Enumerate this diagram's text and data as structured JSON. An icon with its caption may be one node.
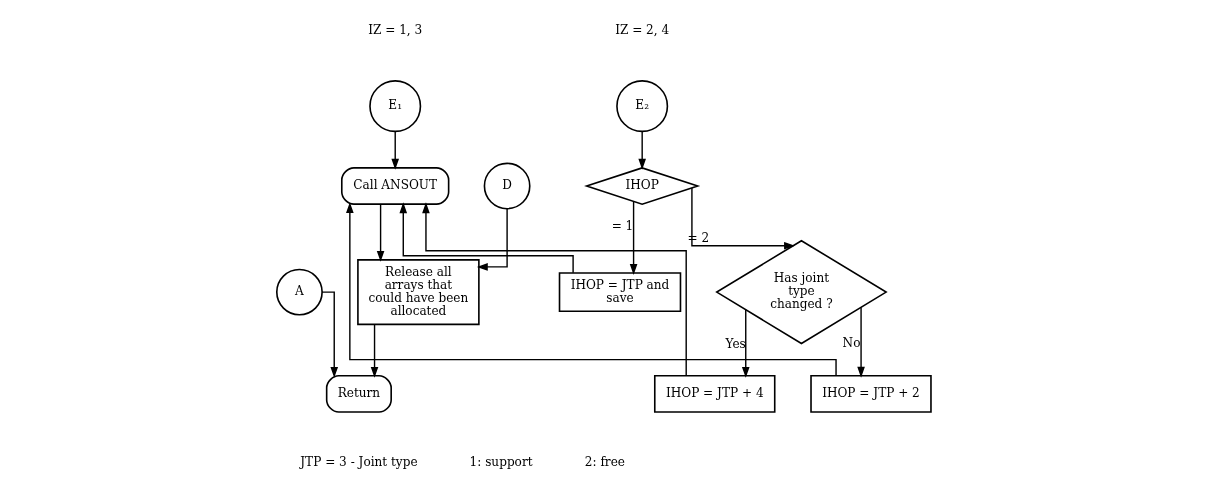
{
  "diagram": {
    "nodes": [
      {
        "text": [
          "E₁"
        ],
        "beside": [
          "IZ = 1, 3"
        ]
      },
      {
        "text": [
          "Call ANSOUT"
        ]
      },
      {
        "text": [
          "D"
        ]
      },
      {
        "text": [
          "Release all arrays that could have been allocated"
        ]
      },
      {
        "text": [
          "A"
        ]
      },
      {
        "text": [
          "Return"
        ]
      },
      {
        "text": [
          "E₂"
        ],
        "beside": [
          "IZ = 2, 4"
        ]
      },
      {
        "text": [
          "IHOP"
        ]
      },
      {
        "text": [
          "IHOP = JTP and save"
        ]
      },
      {
        "text": [
          "Has joint type changed ?"
        ]
      },
      {
        "text": [
          "IHOP = JTP + 2"
        ]
      },
      {
        "text": [
          "IHOP = JTP + 4"
        ]
      }
    ],
    "edges": [
      {
        "from": 0,
        "to": 1,
        "arrow": "to"
      },
      {
        "from": 1,
        "to": 3,
        "arrow": "to"
      },
      {
        "from": 2,
        "to": 3,
        "arrow": "to"
      },
      {
        "from": 3,
        "to": 5,
        "arrow": "to"
      },
      {
        "from": 4,
        "to": 5,
        "arrow": "to"
      },
      {
        "from": 6,
        "to": 7,
        "arrow": "to"
      },
      {
        "from": 7,
        "to": 8,
        "label": "= 1",
        "arrow": "to"
      },
      {
        "from": 7,
        "to": 9,
        "label": "= 2",
        "arrow": "to"
      },
      {
        "from": 9,
        "to": 10,
        "label": "No",
        "arrow": "to"
      },
      {
        "from": 9,
        "to": 11,
        "label": "Yes",
        "arrow": "to"
      },
      {
        "from": 8,
        "to": 1,
        "arrow": "to"
      },
      {
        "from": 10,
        "to": 1,
        "arrow": "to"
      },
      {
        "from": 11,
        "to": 1,
        "arrow": "to"
      }
    ],
    "labels": [
      "JTP = 3 - Joint type",
      "1: support",
      "2: free"
    ]
  }
}
